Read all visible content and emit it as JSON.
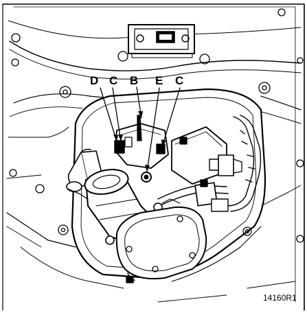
{
  "figure": {
    "callouts": {
      "d": "D",
      "c1": "C",
      "b": "B",
      "e": "E",
      "c2": "C"
    },
    "reference": "14160R1"
  },
  "colors": {
    "ink": "#000000",
    "paper": "#ffffff",
    "shade": "#dcdcdc"
  }
}
